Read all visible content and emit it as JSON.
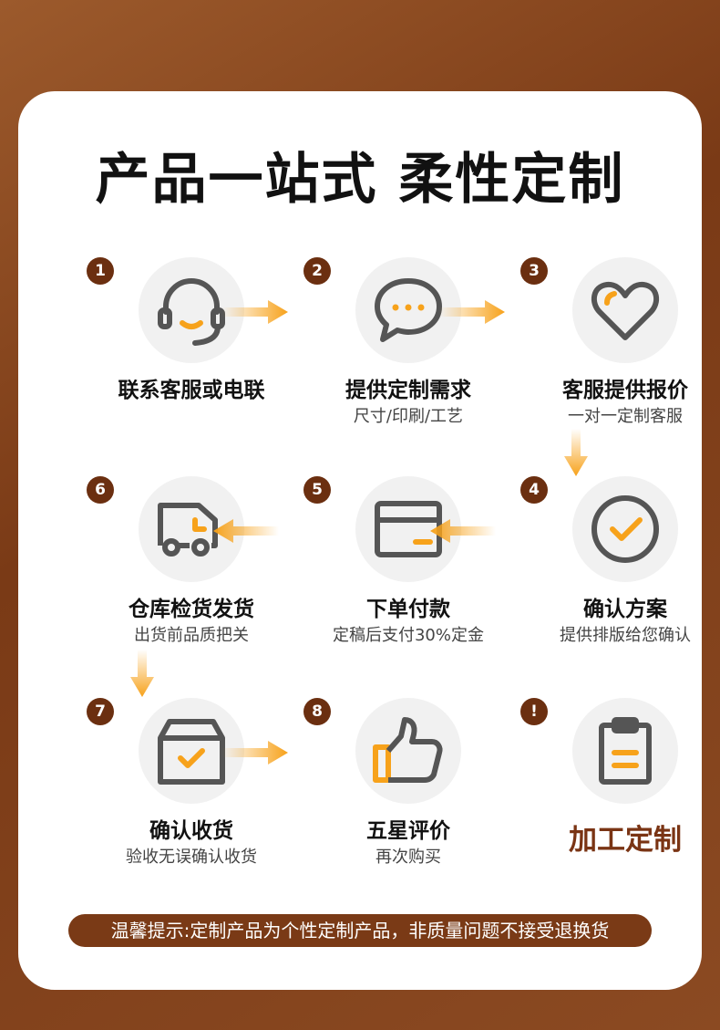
{
  "title": "产品一站式 柔性定制",
  "steps": [
    {
      "num": "1",
      "label": "联系客服或电联",
      "sub": ""
    },
    {
      "num": "2",
      "label": "提供定制需求",
      "sub": "尺寸/印刷/工艺"
    },
    {
      "num": "3",
      "label": "客服提供报价",
      "sub": "一对一定制客服"
    },
    {
      "num": "4",
      "label": "确认方案",
      "sub": "提供排版给您确认"
    },
    {
      "num": "5",
      "label": "下单付款",
      "sub": "定稿后支付30%定金"
    },
    {
      "num": "6",
      "label": "仓库检货发货",
      "sub": "出货前品质把关"
    },
    {
      "num": "7",
      "label": "确认收货",
      "sub": "验收无误确认收货"
    },
    {
      "num": "8",
      "label": "五星评价",
      "sub": "再次购买"
    },
    {
      "num": "!",
      "label": "加工定制",
      "sub": ""
    }
  ],
  "tip": "温馨提示:定制产品为个性定制产品，非质量问题不接受退换货",
  "colors": {
    "accent": "#f7a21b",
    "brown": "#7a3a16",
    "badge": "#6b2f10",
    "icon": "#555555"
  },
  "icons": [
    "headset-icon",
    "chat-icon",
    "heart-icon",
    "check-circle-icon",
    "card-icon",
    "truck-icon",
    "box-check-icon",
    "thumbs-up-icon",
    "clipboard-icon"
  ]
}
